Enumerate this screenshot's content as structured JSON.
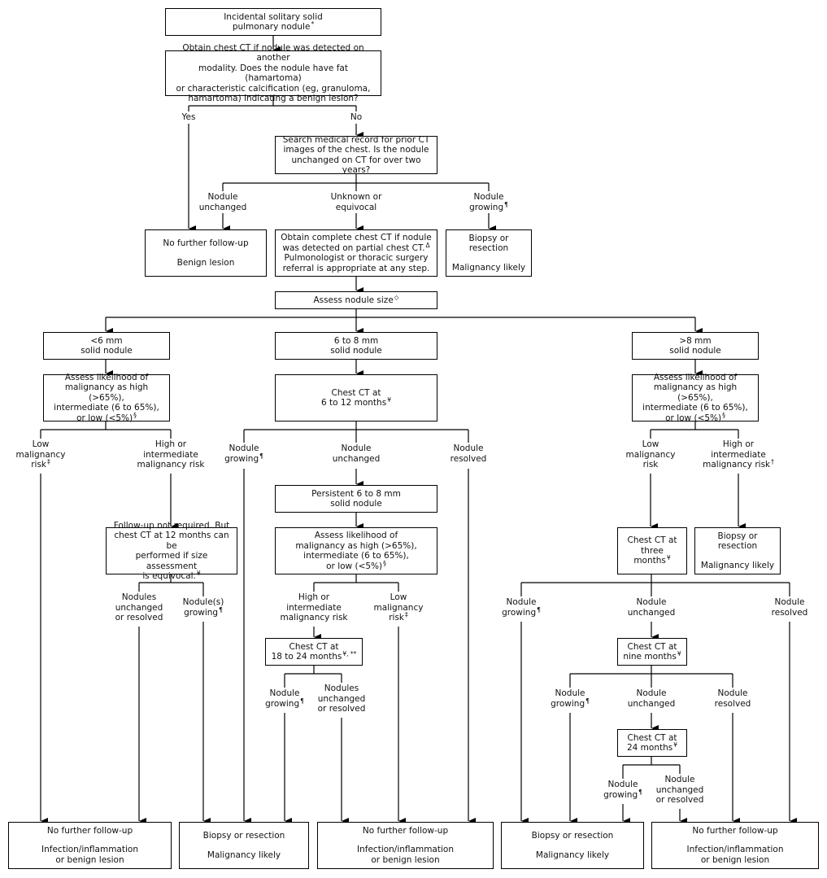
{
  "title": "Evaluation of incidental solitary solid pulmonary nodule",
  "nodes": {
    "start": {
      "lines": [
        "Incidental solitary solid",
        "pulmonary nodule"
      ],
      "sup": "*"
    },
    "ct_question": {
      "lines": [
        "Obtain chest CT if nodule was detected on another",
        "modality. Does the nodule have fat (hamartoma)",
        "or characteristic calcification (eg, granuloma,",
        "hamartoma) indicating a benign lesion?"
      ]
    },
    "prior_ct": {
      "lines": [
        "Search medical record for prior CT",
        "images of the chest. Is the nodule",
        "unchanged on CT for over two years?"
      ]
    },
    "benign_top": {
      "line1": "No further follow-up",
      "line2": "Benign lesion"
    },
    "complete_ct": {
      "lines": [
        "Obtain complete chest CT if nodule",
        "was detected on partial chest CT.",
        "Pulmonologist or thoracic surgery",
        "referral is appropriate at any step."
      ],
      "sup": "Δ"
    },
    "biopsy_top": {
      "line1": "Biopsy or resection",
      "line2": "Malignancy likely"
    },
    "assess_size": {
      "text": "Assess nodule size",
      "sup": "◇"
    },
    "lt6": {
      "lines": [
        "<6 mm",
        "solid nodule"
      ]
    },
    "mid68": {
      "lines": [
        "6 to 8 mm",
        "solid nodule"
      ]
    },
    "gt8": {
      "lines": [
        ">8 mm",
        "solid nodule"
      ]
    },
    "lt6_assess": {
      "lines": [
        "Assess likelihood of",
        "malignancy as high (>65%),",
        "intermediate (6 to 65%),",
        "or low (<5%)"
      ],
      "sup": "§"
    },
    "mid_ct": {
      "lines": [
        "Chest CT at",
        "6 to 12 months"
      ],
      "sup": "¥"
    },
    "gt8_assess": {
      "lines": [
        "Assess likelihood of",
        "malignancy as high (>65%),",
        "intermediate (6 to 65%),",
        "or low (<5%)"
      ],
      "sup": "§"
    },
    "lt6_followup": {
      "lines": [
        "Follow-up not required. But",
        "chest CT at 12 months can be",
        "performed if size assessment",
        "is equivocal."
      ],
      "sup": "¥"
    },
    "persistent": {
      "lines": [
        "Persistent 6 to 8 mm",
        "solid nodule"
      ]
    },
    "mid_assess": {
      "lines": [
        "Assess likelihood of",
        "malignancy as high (>65%),",
        "intermediate (6 to 65%),",
        "or low (<5%)"
      ],
      "sup": "§"
    },
    "mid_ct18": {
      "lines": [
        "Chest CT at",
        "18 to 24 months"
      ],
      "sup": "¥, **"
    },
    "gt8_ct3": {
      "lines": [
        "Chest CT at",
        "three months"
      ],
      "sup": "¥"
    },
    "gt8_biopsy": {
      "line1": "Biopsy or resection",
      "line2": "Malignancy likely"
    },
    "gt8_ct9": {
      "lines": [
        "Chest CT at",
        "nine months"
      ],
      "sup": "¥"
    },
    "gt8_ct24": {
      "lines": [
        "Chest CT at",
        "24 months"
      ],
      "sup": "¥"
    },
    "end1": {
      "line1": "No further follow-up",
      "line2a": "Infection/inflammation",
      "line2b": "or benign lesion"
    },
    "end2": {
      "line1": "Biopsy or resection",
      "line2": "Malignancy likely"
    },
    "end3": {
      "line1": "No further follow-up",
      "line2a": "Infection/inflammation",
      "line2b": "or benign lesion"
    },
    "end4": {
      "line1": "Biopsy or resection",
      "line2": "Malignancy likely"
    },
    "end5": {
      "line1": "No further follow-up",
      "line2a": "Infection/inflammation",
      "line2b": "or benign lesion"
    }
  },
  "labels": {
    "yes": {
      "lines": [
        "Yes"
      ]
    },
    "no": {
      "lines": [
        "No"
      ]
    },
    "nodule_unchanged_top": {
      "lines": [
        "Nodule",
        "unchanged"
      ]
    },
    "unknown": {
      "lines": [
        "Unknown or",
        "equivocal"
      ]
    },
    "nodule_growing_top": {
      "lines": [
        "Nodule",
        "growing"
      ],
      "sup": "¶"
    },
    "lt6_low": {
      "lines": [
        "Low",
        "malignancy",
        "risk"
      ],
      "sup": "‡"
    },
    "lt6_high": {
      "lines": [
        "High or",
        "intermediate",
        "malignancy risk"
      ]
    },
    "mid_growing": {
      "lines": [
        "Nodule",
        "growing"
      ],
      "sup": "¶"
    },
    "mid_unchanged": {
      "lines": [
        "Nodule",
        "unchanged"
      ]
    },
    "mid_resolved": {
      "lines": [
        "Nodule",
        "resolved"
      ]
    },
    "gt8_low": {
      "lines": [
        "Low",
        "malignancy",
        "risk"
      ]
    },
    "gt8_high": {
      "lines": [
        "High or",
        "intermediate",
        "malignancy risk"
      ],
      "sup": "†"
    },
    "lt6_unchanged": {
      "lines": [
        "Nodules",
        "unchanged",
        "or resolved"
      ]
    },
    "lt6_growing": {
      "lines": [
        "Nodule(s)",
        "growing"
      ],
      "sup": "¶"
    },
    "mid_high": {
      "lines": [
        "High or",
        "intermediate",
        "malignancy risk"
      ]
    },
    "mid_low": {
      "lines": [
        "Low",
        "malignancy",
        "risk"
      ],
      "sup": "‡"
    },
    "ct3_growing": {
      "lines": [
        "Nodule",
        "growing"
      ],
      "sup": "¶"
    },
    "ct3_unchanged": {
      "lines": [
        "Nodule",
        "unchanged"
      ]
    },
    "ct3_resolved": {
      "lines": [
        "Nodule",
        "resolved"
      ]
    },
    "ct18_growing": {
      "lines": [
        "Nodule",
        "growing"
      ],
      "sup": "¶"
    },
    "ct18_unchanged": {
      "lines": [
        "Nodules",
        "unchanged",
        "or resolved"
      ]
    },
    "ct9_growing": {
      "lines": [
        "Nodule",
        "growing"
      ],
      "sup": "¶"
    },
    "ct9_unchanged": {
      "lines": [
        "Nodule",
        "unchanged"
      ]
    },
    "ct9_resolved": {
      "lines": [
        "Nodule",
        "resolved"
      ]
    },
    "ct24_growing": {
      "lines": [
        "Nodule",
        "growing"
      ],
      "sup": "¶"
    },
    "ct24_unchanged": {
      "lines": [
        "Nodule",
        "unchanged",
        "or resolved"
      ]
    }
  }
}
